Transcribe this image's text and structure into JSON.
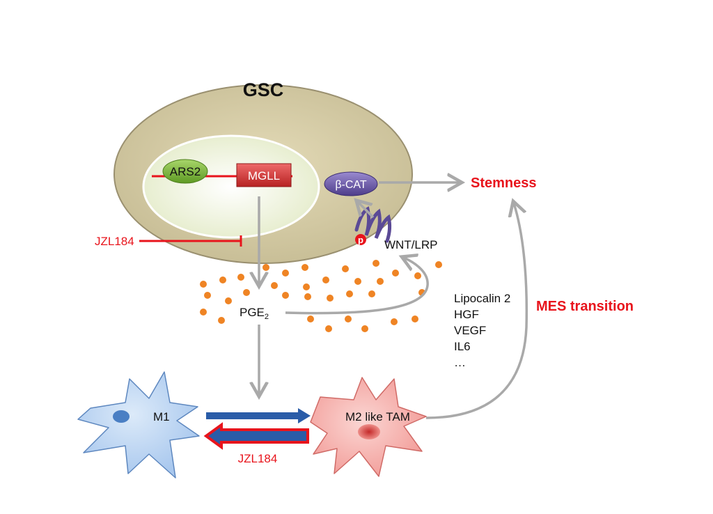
{
  "diagram": {
    "cell_title": "GSC",
    "nucleus": {
      "ars2": "ARS2",
      "mgll": "MGLL"
    },
    "beta_cat": "β-CAT",
    "stemness": "Stemness",
    "inhibitor_top": "JZL184",
    "phospho_mark": "p",
    "receptor": "WNT/LRP",
    "pge2_main": "PGE",
    "pge2_sub": "2",
    "secreted_factors": [
      "Lipocalin 2",
      "HGF",
      "VEGF",
      "IL6",
      "…"
    ],
    "mes_transition": "MES transition",
    "m1": "M1",
    "m2": "M2 like TAM",
    "inhibitor_bottom": "JZL184",
    "colors": {
      "cell_fill": "#d2c8a4",
      "cell_stroke": "#9a9070",
      "nucleus_fill": "#f0f4e2",
      "accent_red": "#e8141c",
      "ars2_green": "#7db83c",
      "mgll_red": "#d93a3a",
      "betacat_purple": "#6c5aa8",
      "arrow_gray": "#a9a9a9",
      "dot_orange": "#ef8424",
      "m1_blue": "#bcd5f2",
      "m2_pink": "#f4a8a8",
      "arrow_blue": "#2a5ca8"
    }
  }
}
